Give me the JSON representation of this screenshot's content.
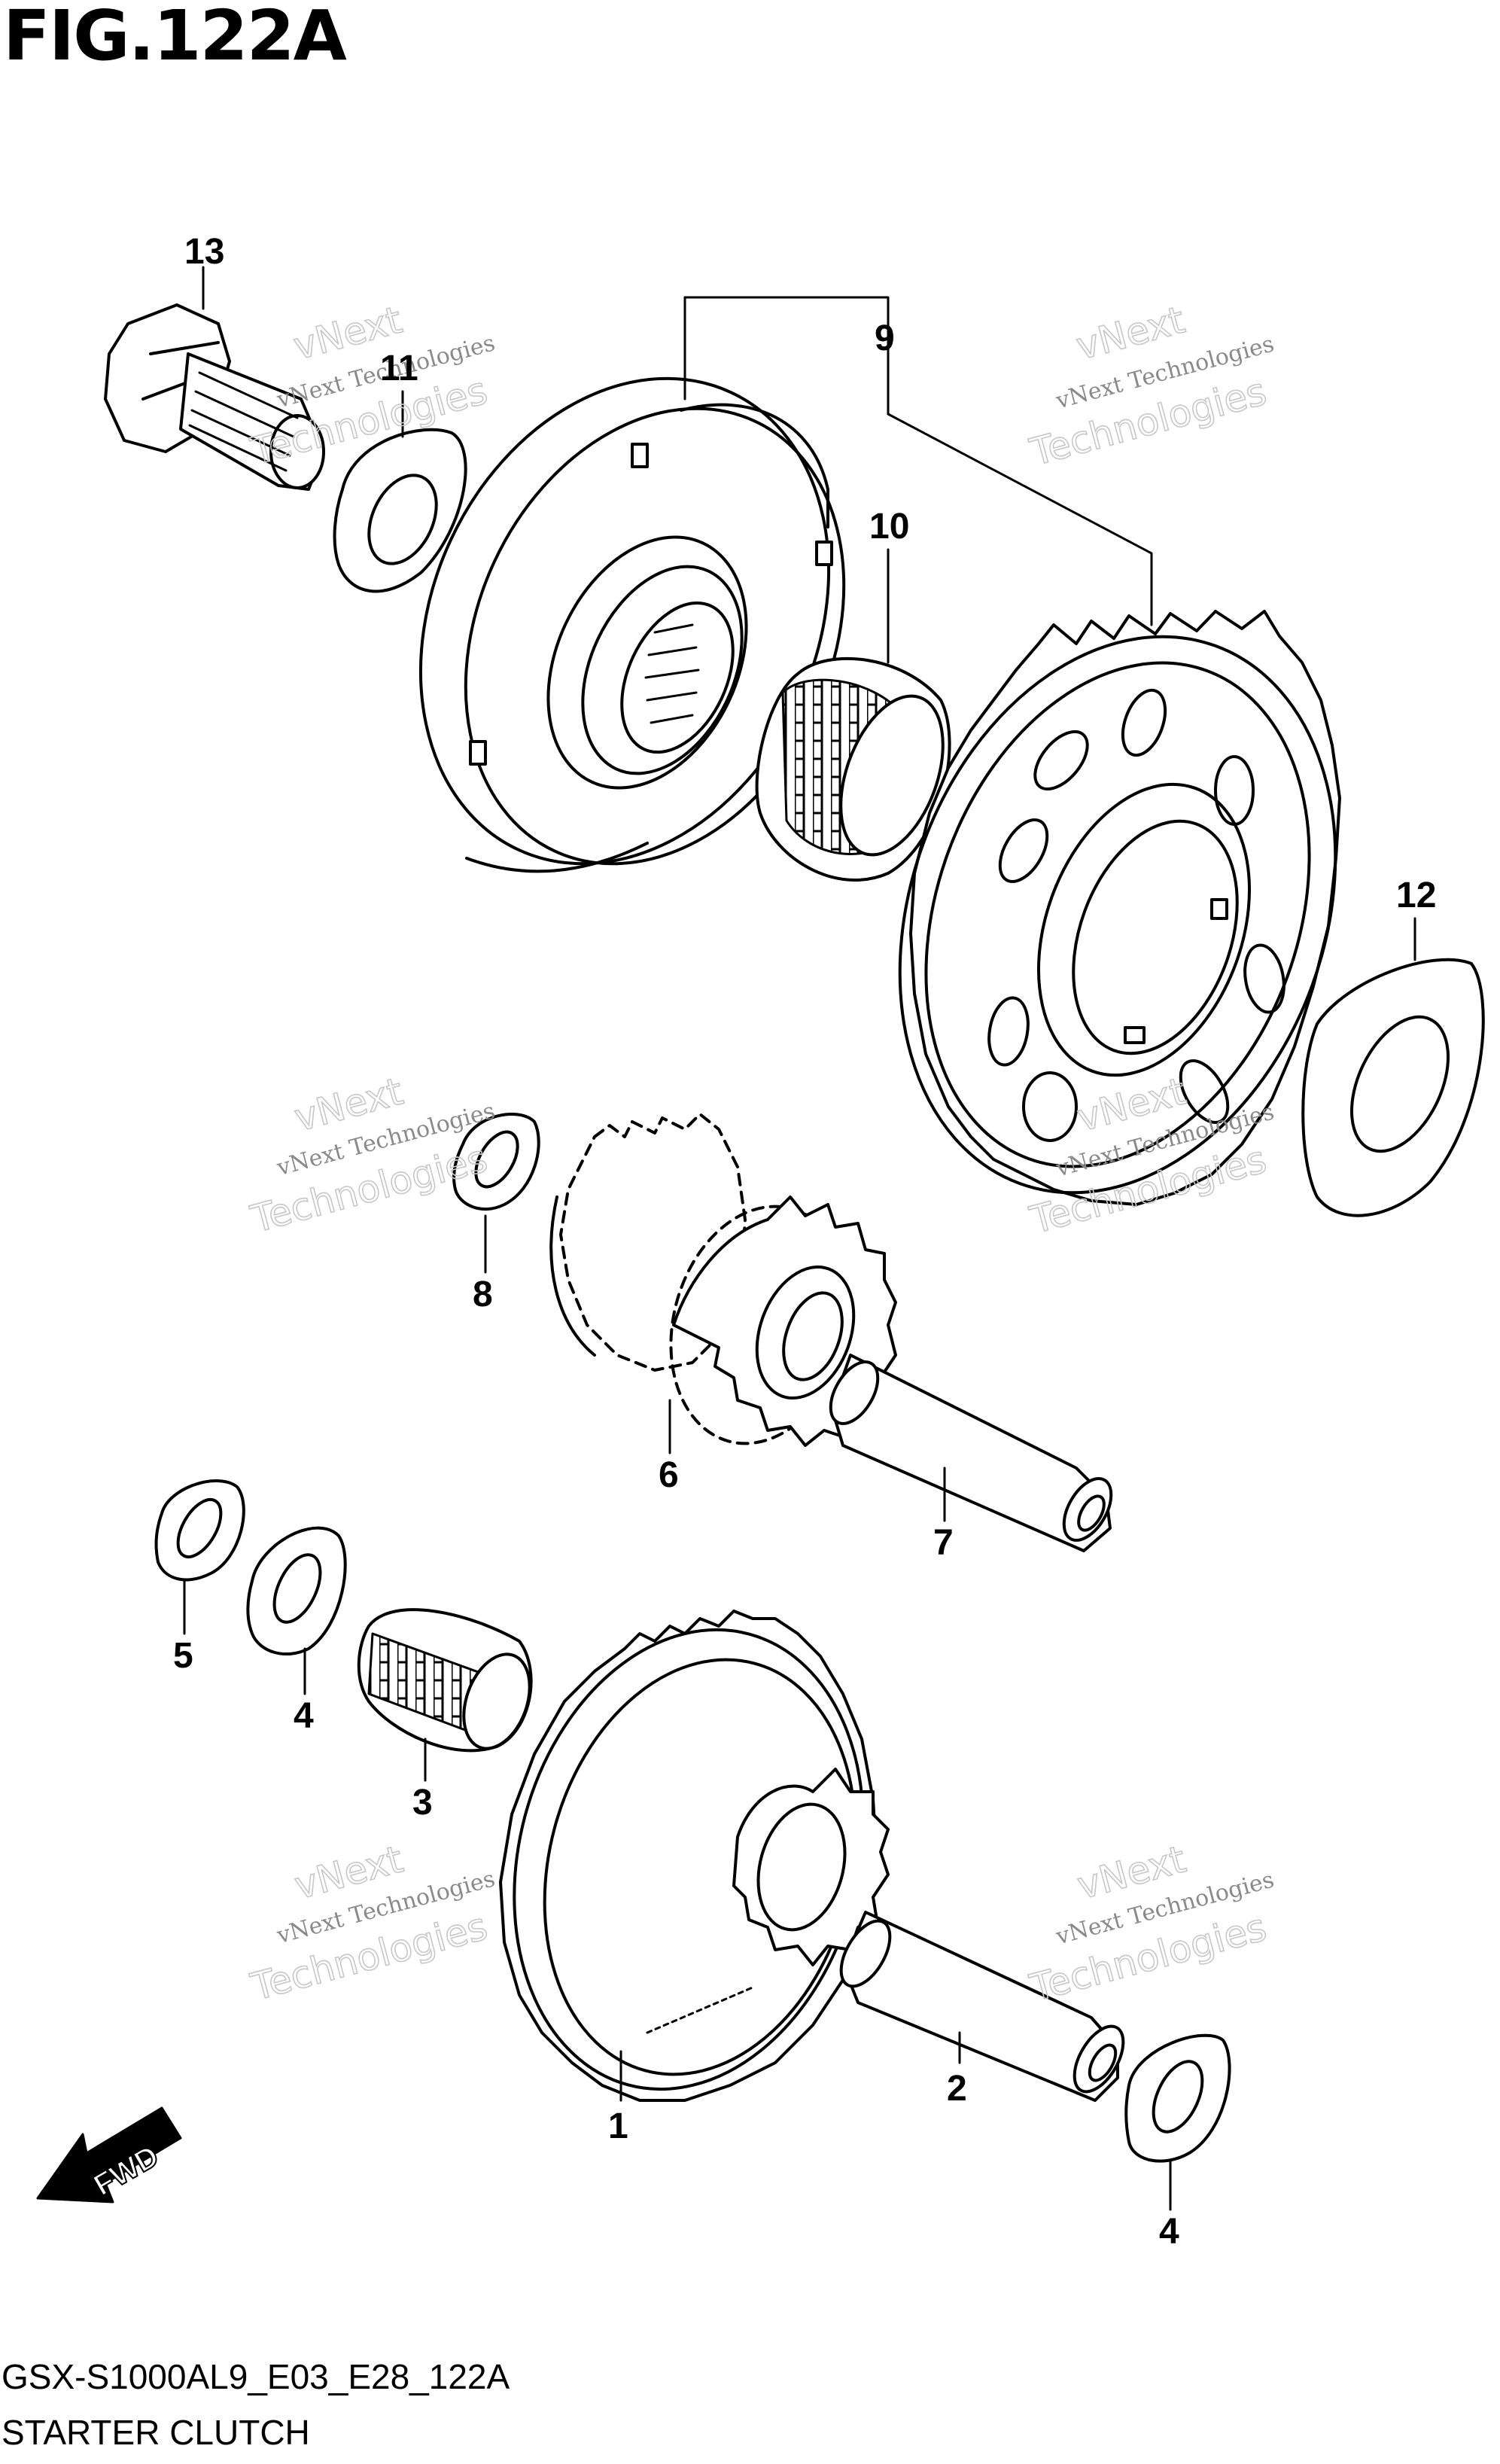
{
  "figure_title": "FIG.122A",
  "footer": {
    "code": "GSX-S1000AL9_E03_E28_122A",
    "name": "STARTER CLUTCH"
  },
  "fwd_label": "FWD",
  "watermark": {
    "line1": "vNext Technologies",
    "line2": "Technologies",
    "line3": "vNext"
  },
  "callouts": [
    {
      "id": "13",
      "label": "13"
    },
    {
      "id": "11",
      "label": "11"
    },
    {
      "id": "9",
      "label": "9"
    },
    {
      "id": "10",
      "label": "10"
    },
    {
      "id": "12",
      "label": "12"
    },
    {
      "id": "8",
      "label": "8"
    },
    {
      "id": "6",
      "label": "6"
    },
    {
      "id": "7",
      "label": "7"
    },
    {
      "id": "5",
      "label": "5"
    },
    {
      "id": "4a",
      "label": "4"
    },
    {
      "id": "3",
      "label": "3"
    },
    {
      "id": "1",
      "label": "1"
    },
    {
      "id": "2",
      "label": "2"
    },
    {
      "id": "4b",
      "label": "4"
    }
  ]
}
